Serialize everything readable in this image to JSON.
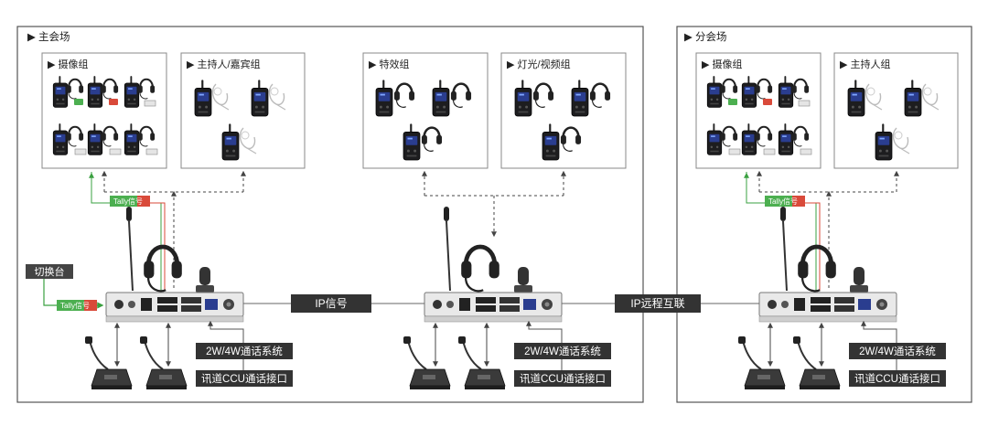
{
  "venues": {
    "main": {
      "title": "▶ 主会场",
      "groups": {
        "camera": "▶ 摄像组",
        "host": "▶ 主持人/嘉宾组",
        "effects": "▶ 特效组",
        "lighting": "▶ 灯光/视频组"
      }
    },
    "branch": {
      "title": "▶ 分会场",
      "groups": {
        "camera": "▶ 摄像组",
        "host": "▶ 主持人组"
      }
    }
  },
  "labels": {
    "tally_left": "Tally信号",
    "tally_right": "Tally信号",
    "tally_input": "Tally信号",
    "switcher": "切换台",
    "ip_signal": "IP信号",
    "ip_remote": "IP远程互联",
    "sys_2w4w_1": "2W/4W通话系统",
    "ccu_1": "讯道CCU通话接口",
    "sys_2w4w_2": "2W/4W通话系统",
    "ccu_2": "讯道CCU通话接口",
    "sys_2w4w_3": "2W/4W通话系统",
    "ccu_3": "讯道CCU通话接口"
  },
  "colors": {
    "frame_border": "#555555",
    "group_border": "#888888",
    "dark_label": "#333333",
    "tally_green": "#4caf50",
    "tally_red": "#d94a3a",
    "arrow_green": "#3aa040",
    "line": "#666666"
  },
  "icons": {
    "beltpack": "beltpack-icon",
    "headset": "headset-icon",
    "rack_station": "rack-station-icon",
    "desk_mic": "desk-microphone-icon",
    "gooseneck_mic": "gooseneck-mic-icon",
    "joystick": "joystick-icon"
  }
}
